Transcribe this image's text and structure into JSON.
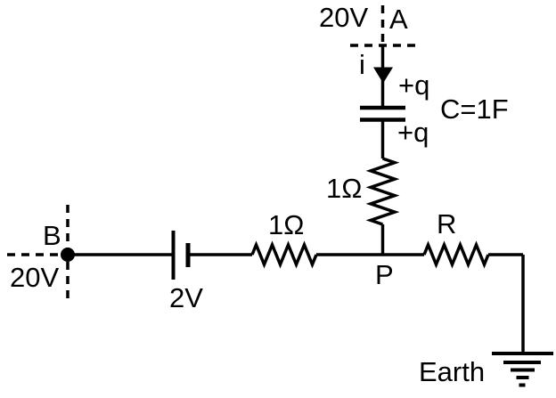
{
  "diagram": {
    "type": "electrical-circuit",
    "background_color": "#ffffff",
    "stroke_color": "#000000",
    "labels": {
      "node_a_voltage": "20V",
      "node_a": "A",
      "current": "i",
      "charge_top": "+q",
      "capacitor_value": "C=1F",
      "charge_bottom": "+q",
      "resistor_vertical": "1Ω",
      "node_b": "B",
      "node_b_voltage": "20V",
      "battery_value": "2V",
      "resistor_left": "1Ω",
      "node_p": "P",
      "resistor_right": "R",
      "ground": "Earth"
    },
    "components": {
      "capacitor": "parallel-plate symbol, charge +q on both plates",
      "battery": "2V cell between node B and 1 ohm resistor",
      "ground": "earth symbol at right end after resistor R",
      "probe_points": [
        "A (20V, dashed cross at top)",
        "B (20V, dashed cross at left)",
        "P (junction)"
      ]
    }
  }
}
